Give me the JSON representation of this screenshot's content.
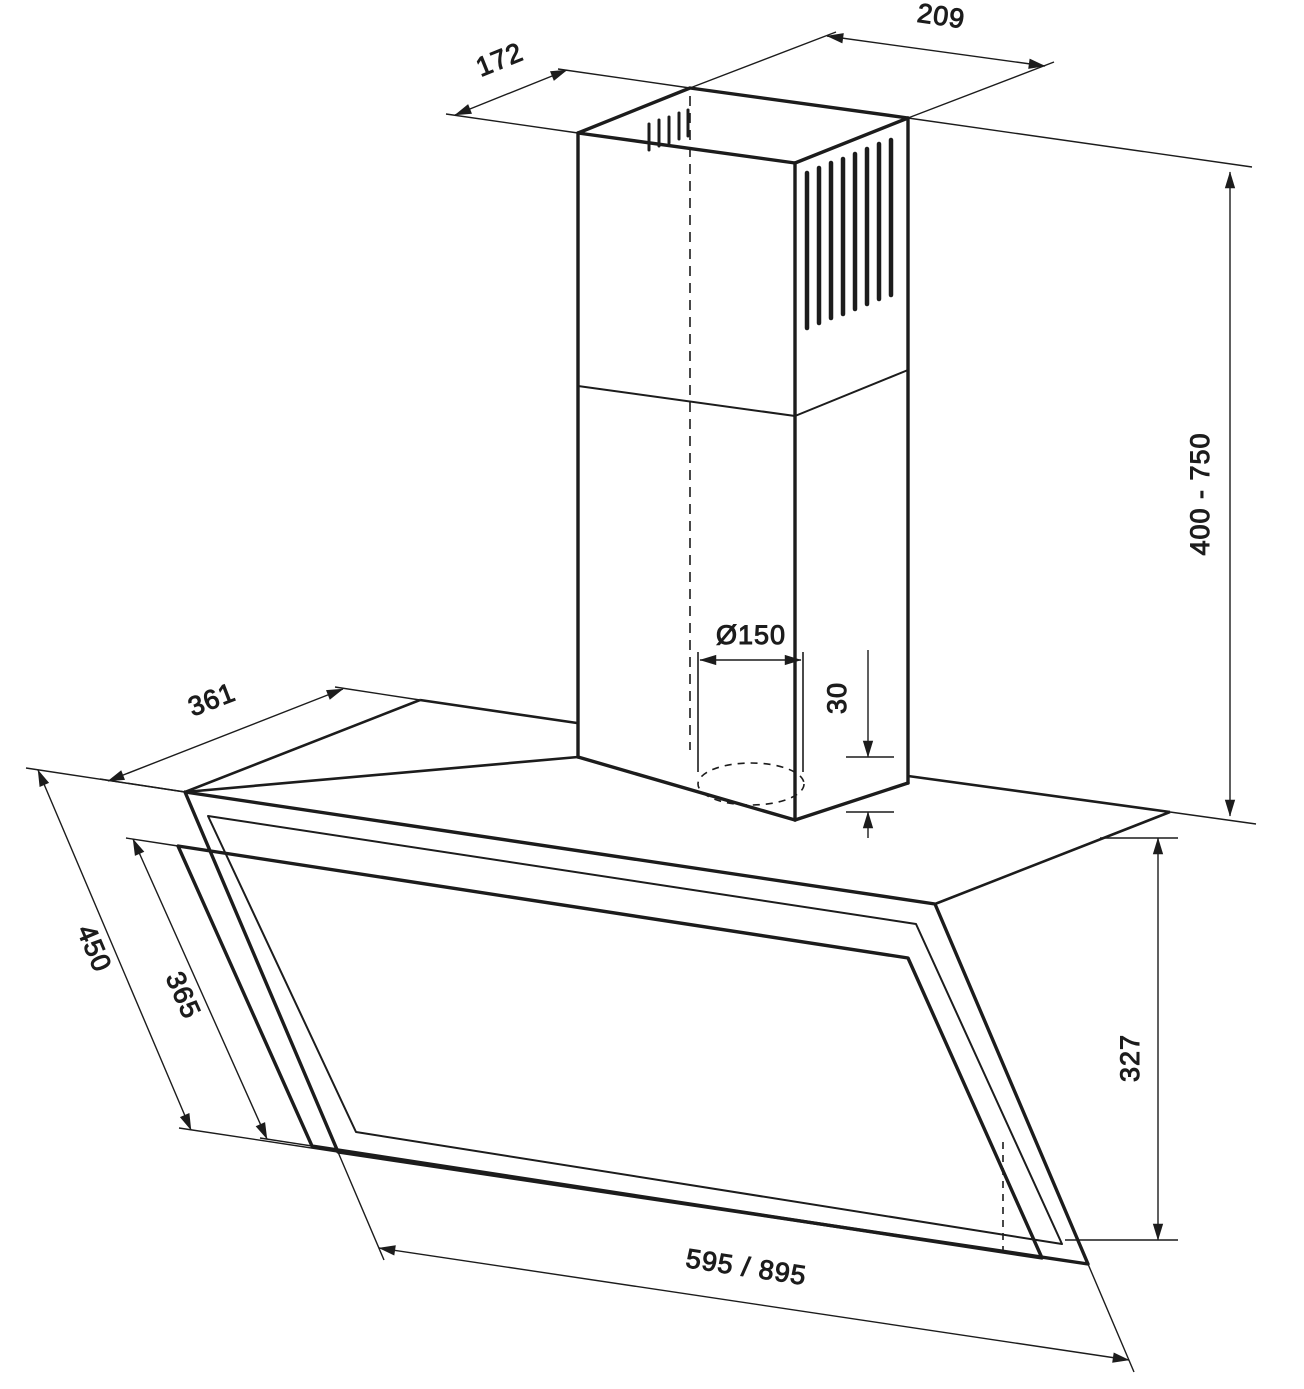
{
  "title": "Cooker hood dimensional drawing",
  "labels": {
    "chimney_depth": "172",
    "chimney_width": "209",
    "mount_height_range": "400 - 750",
    "duct_diameter": "Ø150",
    "collar_height": "30",
    "top_depth": "361",
    "panel_length_outer": "450",
    "panel_length_inner": "365",
    "front_height": "327",
    "body_width": "595 / 895"
  },
  "colors": {
    "ink": "#1c1c1c",
    "background": "#ffffff"
  }
}
